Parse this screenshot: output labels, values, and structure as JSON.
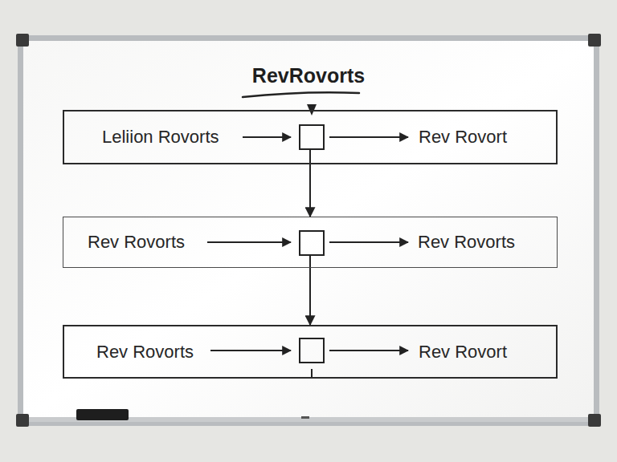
{
  "diagram": {
    "title": "RevRovorts",
    "nodes": [
      {
        "text": [
          "Leliion Rovorts",
          "Rev Rovort"
        ]
      },
      {
        "text": [
          "Rev Rovorts",
          "Rev Rovorts"
        ]
      },
      {
        "text": [
          "Rev Rovorts",
          "Rev Rovort"
        ]
      }
    ],
    "edges": [
      {
        "from": 0,
        "to": 1,
        "arrow": "to"
      },
      {
        "from": 1,
        "to": 2,
        "arrow": "to"
      }
    ]
  }
}
